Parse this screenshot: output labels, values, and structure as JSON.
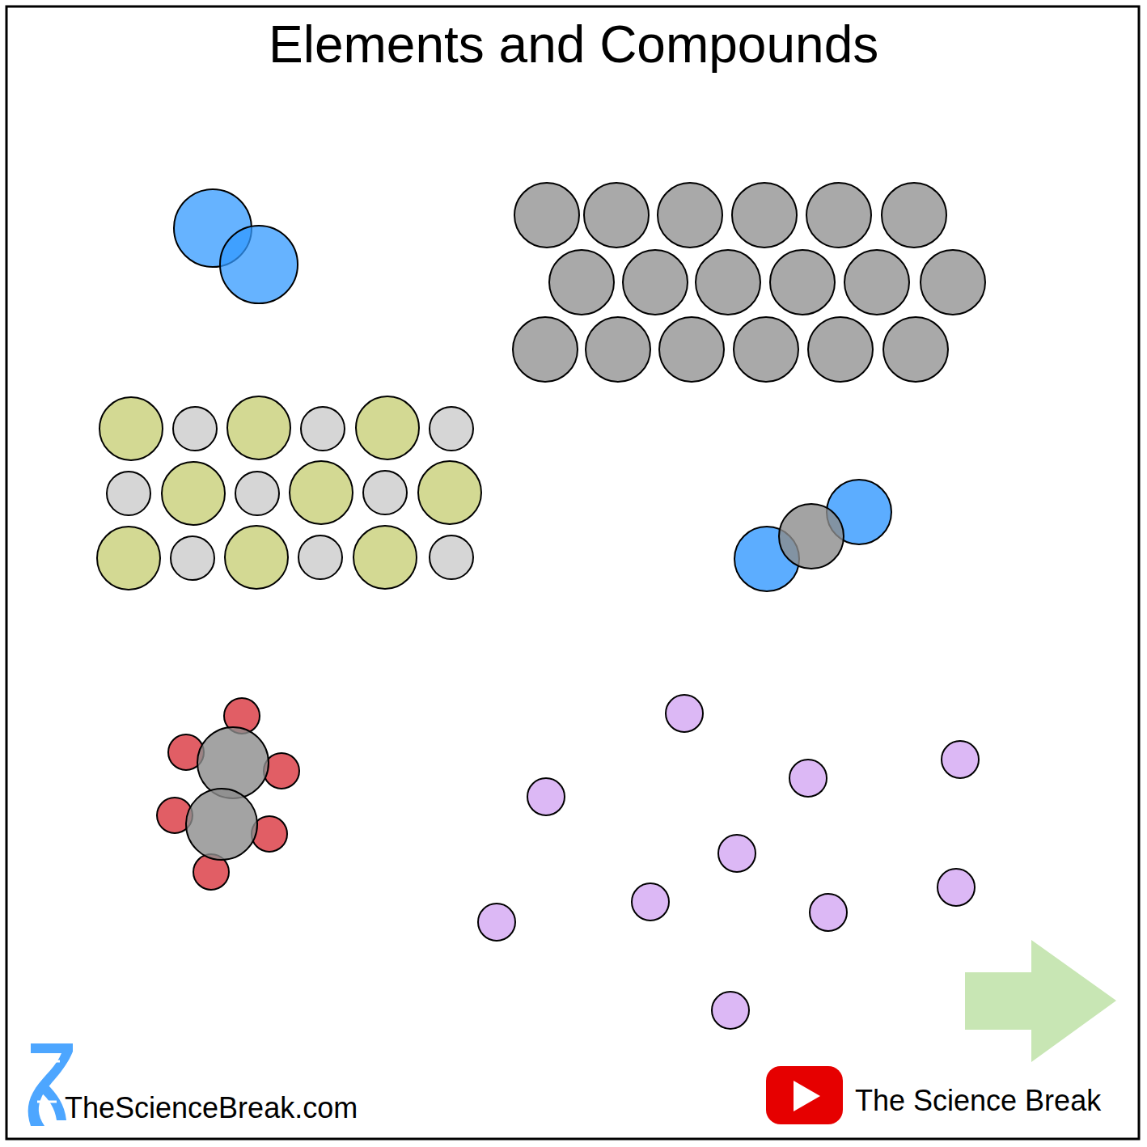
{
  "diagram": {
    "title": "Elements and Compounds",
    "labels": [
      "TheScienceBreak.com",
      "The Science Break"
    ]
  }
}
